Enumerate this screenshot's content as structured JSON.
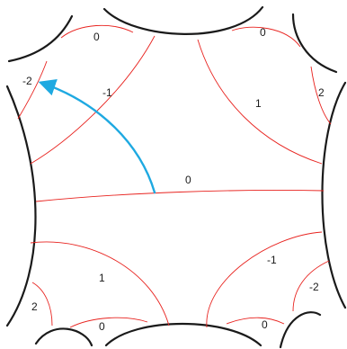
{
  "colors": {
    "boundary": "#1a1a1a",
    "geodesic": "#e8231f",
    "arrow": "#1ea9e1"
  },
  "labels": {
    "top_left_zero": "0",
    "top_right_zero": "0",
    "left_minus_two": "-2",
    "upper_minus_one": "-1",
    "upper_one": "1",
    "right_two": "2",
    "center_zero": "0",
    "lower_one": "1",
    "lower_minus_one": "-1",
    "lower_right_minus_two": "-2",
    "lower_left_two": "2",
    "bottom_left_zero": "0",
    "bottom_right_zero": "0"
  }
}
